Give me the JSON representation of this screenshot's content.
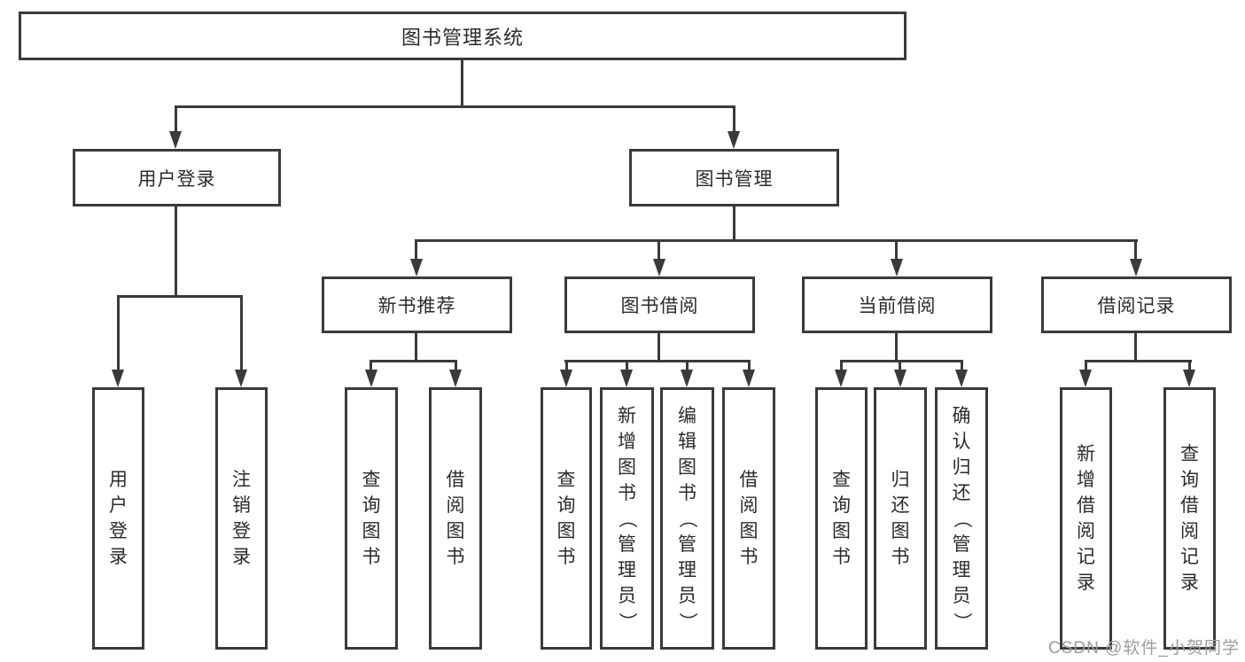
{
  "diagram": {
    "root": {
      "label": "图书管理系统"
    },
    "level2": {
      "user_login": {
        "label": "用户登录"
      },
      "book_mgmt": {
        "label": "图书管理"
      }
    },
    "level3": {
      "new_book": {
        "label": "新书推荐"
      },
      "book_borrow": {
        "label": "图书借阅"
      },
      "current_borrow": {
        "label": "当前借阅"
      },
      "borrow_records": {
        "label": "借阅记录"
      }
    },
    "leaves": {
      "user_login_leaf": {
        "label": "用户登录"
      },
      "logout_leaf": {
        "label": "注销登录"
      },
      "nb_query_books": {
        "label": "查询图书"
      },
      "nb_borrow_books": {
        "label": "借阅图书"
      },
      "bb_query_books": {
        "label": "查询图书"
      },
      "bb_add_books": {
        "label": "新增图书（管理员）"
      },
      "bb_edit_books": {
        "label": "编辑图书（管理员）"
      },
      "bb_borrow_books": {
        "label": "借阅图书"
      },
      "cb_query_books": {
        "label": "查询图书"
      },
      "cb_return_books": {
        "label": "归还图书"
      },
      "cb_confirm_return": {
        "label": "确认归还（管理员）"
      },
      "br_add_record": {
        "label": "新增借阅记录"
      },
      "br_query_record": {
        "label": "查询借阅记录"
      }
    }
  },
  "watermark": {
    "text": "CSDN @软件_小贺同学"
  },
  "colors": {
    "line": "#3a3a3a",
    "text": "#2b2b2b",
    "watermark": "#9c9c9c",
    "background": "#ffffff"
  }
}
